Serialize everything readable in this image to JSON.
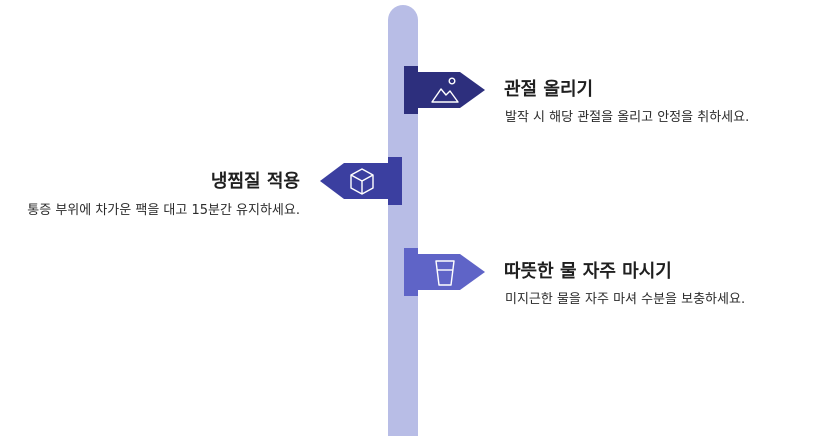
{
  "colors": {
    "pole": "#b8bde6",
    "sign_top": "#2d2f7d",
    "sign_middle": "#3b3fa0",
    "sign_bottom": "#5f64c7",
    "icon": "#ffffff",
    "title_text": "#1f1f1f",
    "desc_text": "#2b2b2b"
  },
  "steps": [
    {
      "title": "관절 올리기",
      "description": "발작 시 해당 관절을 올리고 안정을 취하세요.",
      "icon": "mountain-icon"
    },
    {
      "title": "냉찜질 적용",
      "description": "통증 부위에 차가운 팩을 대고 15분간 유지하세요.",
      "icon": "cube-icon"
    },
    {
      "title": "따뜻한 물 자주 마시기",
      "description": "미지근한 물을 자주 마셔 수분을 보충하세요.",
      "icon": "glass-icon"
    }
  ]
}
